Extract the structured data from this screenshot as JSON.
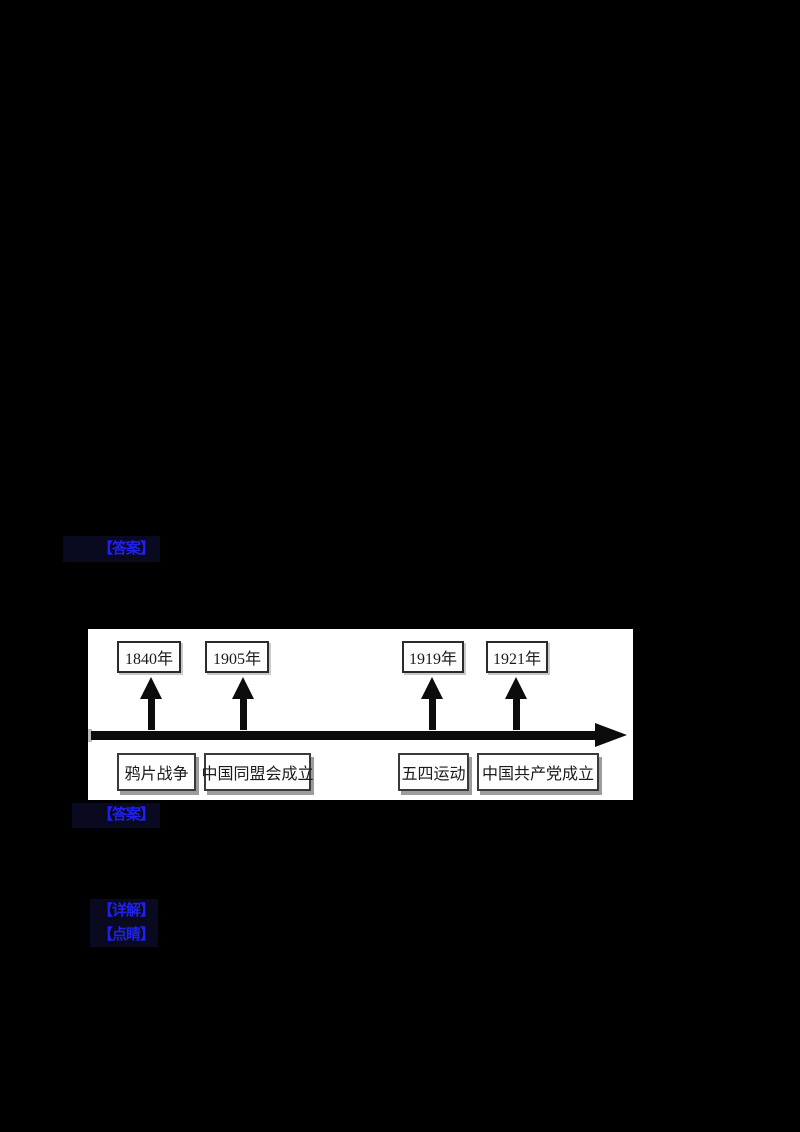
{
  "page": {
    "background": "#000000",
    "accent_blue": "#2121ef",
    "figure_background": "#ffffff"
  },
  "annotations": {
    "label_1": "【答案】",
    "label_2": "【答案】",
    "label_3": "【详解】",
    "label_4": "【点睛】"
  },
  "timeline": {
    "type": "timeline-diagram",
    "direction": "left-to-right",
    "events": [
      {
        "year": "1840年",
        "label": "鸦片战争"
      },
      {
        "year": "1905年",
        "label": "中国同盟会成立"
      },
      {
        "year": "1919年",
        "label": "五四运动"
      },
      {
        "year": "1921年",
        "label": "中国共产党成立"
      }
    ]
  }
}
